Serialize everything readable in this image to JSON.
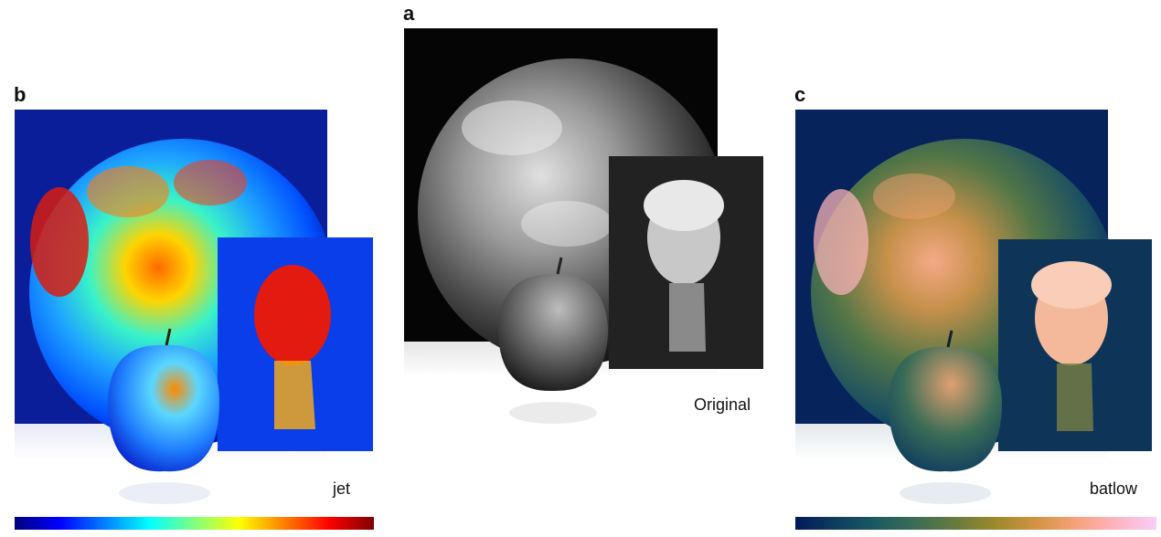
{
  "figure": {
    "panels": [
      {
        "letter": "a",
        "caption": "Original",
        "colormap": "gray"
      },
      {
        "letter": "b",
        "caption": "jet",
        "colormap": "jet"
      },
      {
        "letter": "c",
        "caption": "batlow",
        "colormap": "batlow"
      }
    ],
    "colormaps": {
      "gray": [
        "#000000",
        "#ffffff"
      ],
      "jet": [
        "#00007f",
        "#0000ff",
        "#007fff",
        "#00ffff",
        "#7fff7f",
        "#ffff00",
        "#ff7f00",
        "#ff0000",
        "#7f0000"
      ],
      "batlow": [
        "#011959",
        "#0e3d5f",
        "#1c5a62",
        "#3c6d56",
        "#687b3e",
        "#9d892b",
        "#d29343",
        "#f8a17b",
        "#fdb4c1",
        "#faccfa"
      ]
    }
  }
}
